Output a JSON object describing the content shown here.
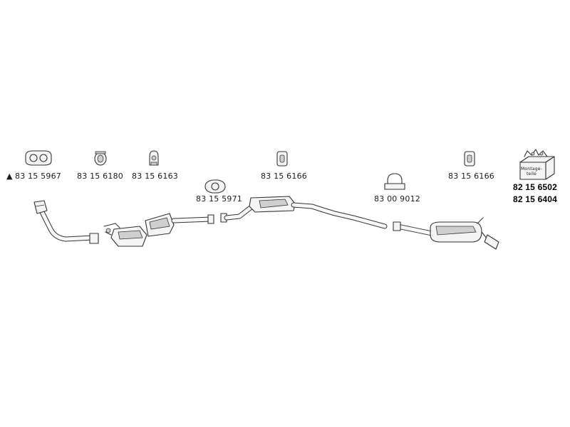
{
  "parts": {
    "p1": "83 15 5967",
    "p2": "83 15 6180",
    "p3": "83 15 6163",
    "p4": "83 15 5971",
    "p5": "83 15 6166",
    "p6": "83 00 9012",
    "p7": "83 15 6166",
    "kit1": "82 15 6502",
    "kit2": "82 15 6404",
    "kit_box_text": "Montage-teile",
    "triangle_marker": "▲"
  }
}
